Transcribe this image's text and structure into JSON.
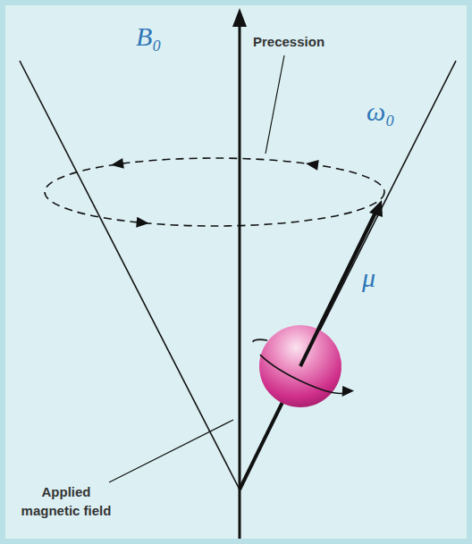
{
  "diagram": {
    "labels": [
      "B₀",
      "Precession",
      "ω₀",
      "μ",
      "Applied magnetic field"
    ]
  }
}
